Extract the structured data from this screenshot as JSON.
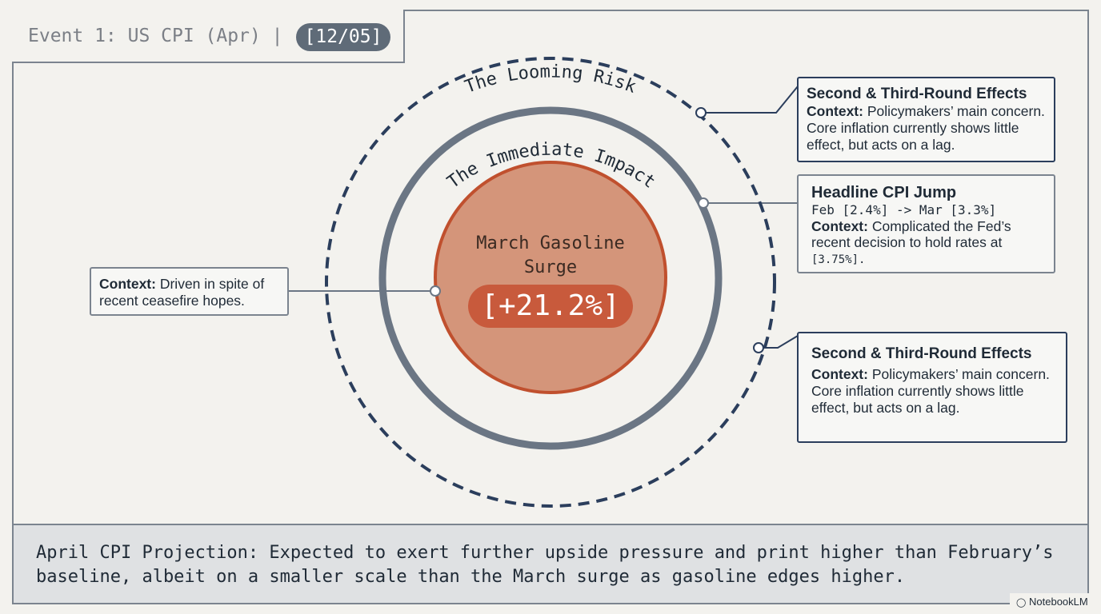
{
  "header": {
    "title": "Event 1: US CPI (Apr) |",
    "date": "[12/05]"
  },
  "rings": {
    "outer_label": "The Looming Risk",
    "middle_label": "The Immediate Impact"
  },
  "core": {
    "label": "March Gasoline Surge",
    "value": "[+21.2%]"
  },
  "callouts": {
    "left": {
      "context_label": "Context:",
      "context_text": "Driven in spite of recent ceasefire hopes."
    },
    "top_right": {
      "heading": "Second & Third-Round Effects",
      "context_label": "Context:",
      "context_text": "Policymakers’ main concern. Core inflation currently shows little effect, but acts on a lag."
    },
    "middle_right": {
      "heading": "Headline CPI Jump",
      "data_line": "Feb [2.4%] -> Mar [3.3%]",
      "context_label": "Context:",
      "context_text": "Complicated the Fed’s recent decision to hold rates at",
      "rate": "[3.75%]."
    },
    "bottom_right": {
      "heading": "Second & Third-Round Effects",
      "context_label": "Context:",
      "context_text": "Policymakers’ main concern. Core inflation currently shows little effect, but acts on a lag."
    }
  },
  "footer": {
    "text": "April CPI Projection: Expected to exert further upside pressure and print higher than February’s baseline, albeit on a smaller scale than the March surge as gasoline edges higher."
  },
  "brand": {
    "icon": "notebooklm-logo-icon",
    "name": "NotebookLM"
  },
  "colors": {
    "navy": "#2b3e5c",
    "slate": "#6b7684",
    "core_fill": "#d4957a",
    "core_stroke": "#c0502e",
    "pill": "#c85a3c"
  }
}
